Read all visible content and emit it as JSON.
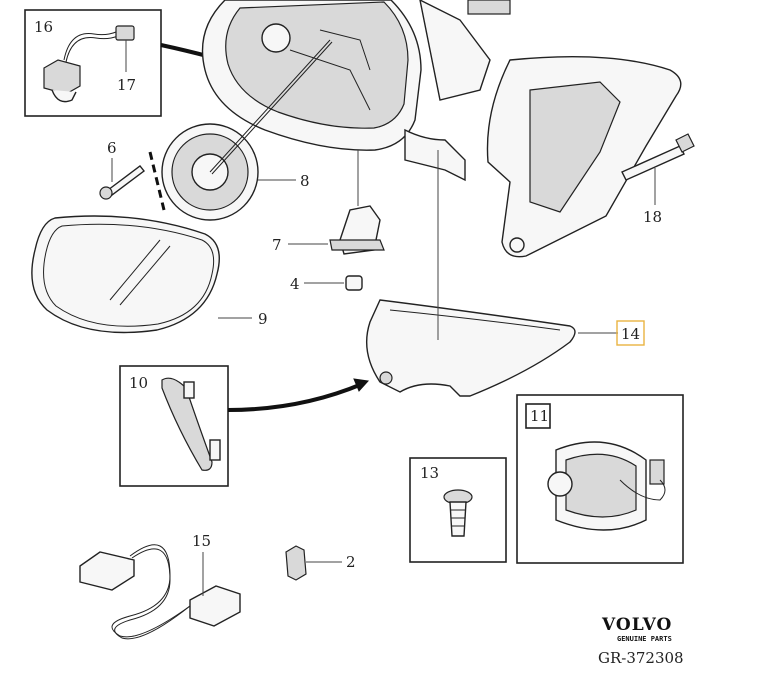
{
  "labels": {
    "p2": "2",
    "p4": "4",
    "p6": "6",
    "p7": "7",
    "p8": "8",
    "p9": "9",
    "p10": "10",
    "p11": "11",
    "p13": "13",
    "p14": "14",
    "p15": "15",
    "p16": "16",
    "p17": "17",
    "p18": "18"
  },
  "branding": {
    "brand": "VOLVO",
    "sub": "GENUINE PARTS",
    "reference": "GR-372308"
  },
  "colors": {
    "highlight": "#e9b441",
    "line": "#222222"
  }
}
